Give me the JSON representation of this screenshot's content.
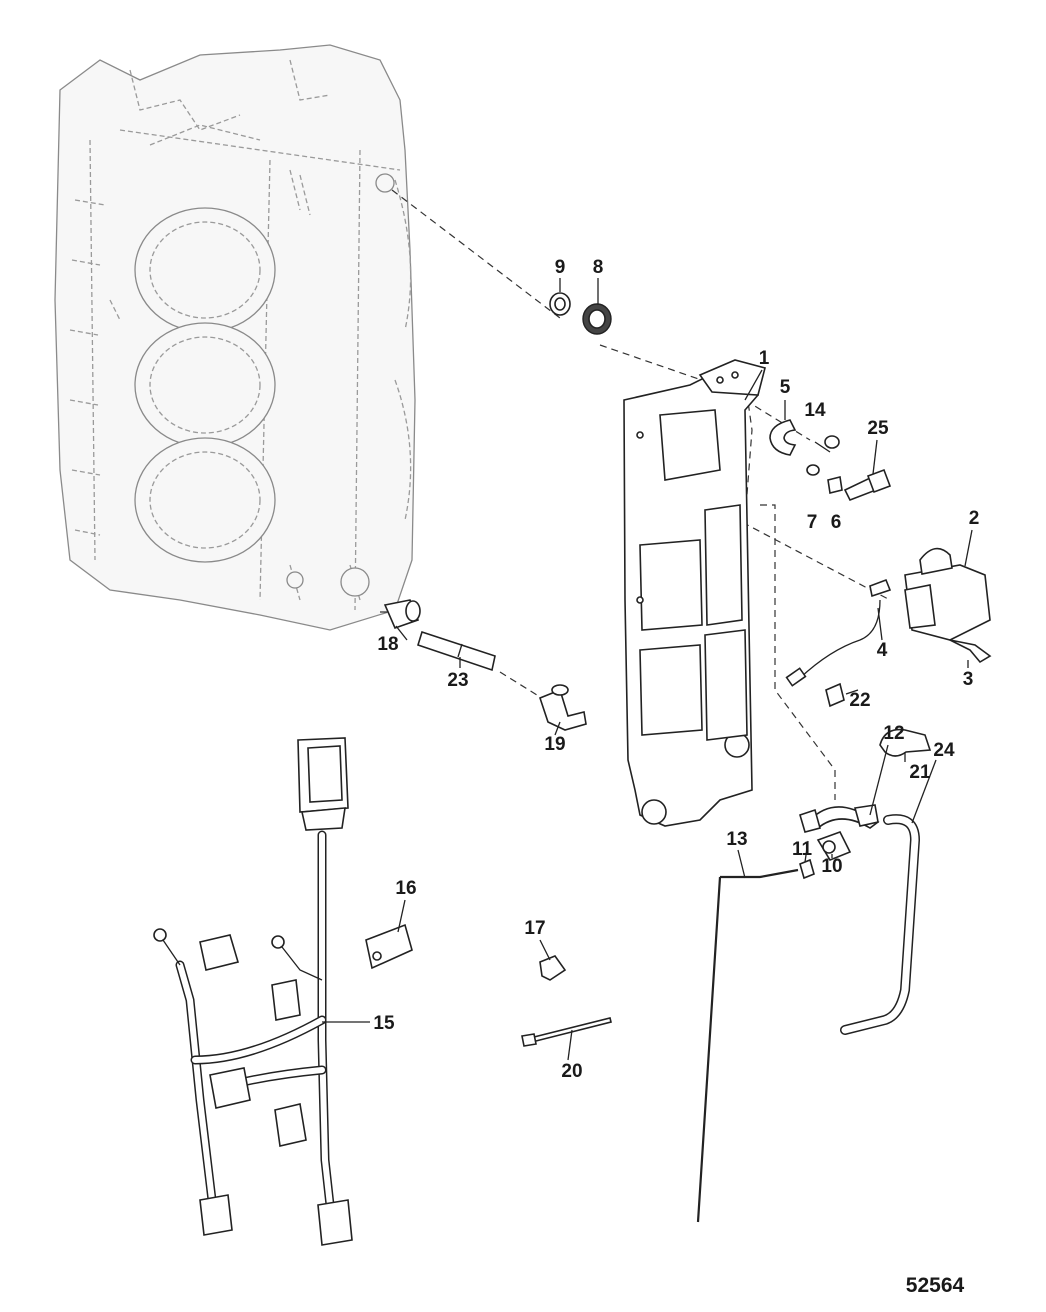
{
  "diagram": {
    "figure_number": "52564",
    "callouts": [
      {
        "id": "c1",
        "label": "1"
      },
      {
        "id": "c2",
        "label": "2"
      },
      {
        "id": "c3",
        "label": "3"
      },
      {
        "id": "c4",
        "label": "4"
      },
      {
        "id": "c5",
        "label": "5"
      },
      {
        "id": "c6",
        "label": "6"
      },
      {
        "id": "c7",
        "label": "7"
      },
      {
        "id": "c8",
        "label": "8"
      },
      {
        "id": "c9",
        "label": "9"
      },
      {
        "id": "c10",
        "label": "10"
      },
      {
        "id": "c11",
        "label": "11"
      },
      {
        "id": "c12",
        "label": "12"
      },
      {
        "id": "c13",
        "label": "13"
      },
      {
        "id": "c14",
        "label": "14"
      },
      {
        "id": "c15",
        "label": "15"
      },
      {
        "id": "c16",
        "label": "16"
      },
      {
        "id": "c17",
        "label": "17"
      },
      {
        "id": "c18",
        "label": "18"
      },
      {
        "id": "c19",
        "label": "19"
      },
      {
        "id": "c20",
        "label": "20"
      },
      {
        "id": "c21",
        "label": "21"
      },
      {
        "id": "c22",
        "label": "22"
      },
      {
        "id": "c23",
        "label": "23"
      },
      {
        "id": "c24",
        "label": "24"
      },
      {
        "id": "c25",
        "label": "25"
      }
    ]
  }
}
